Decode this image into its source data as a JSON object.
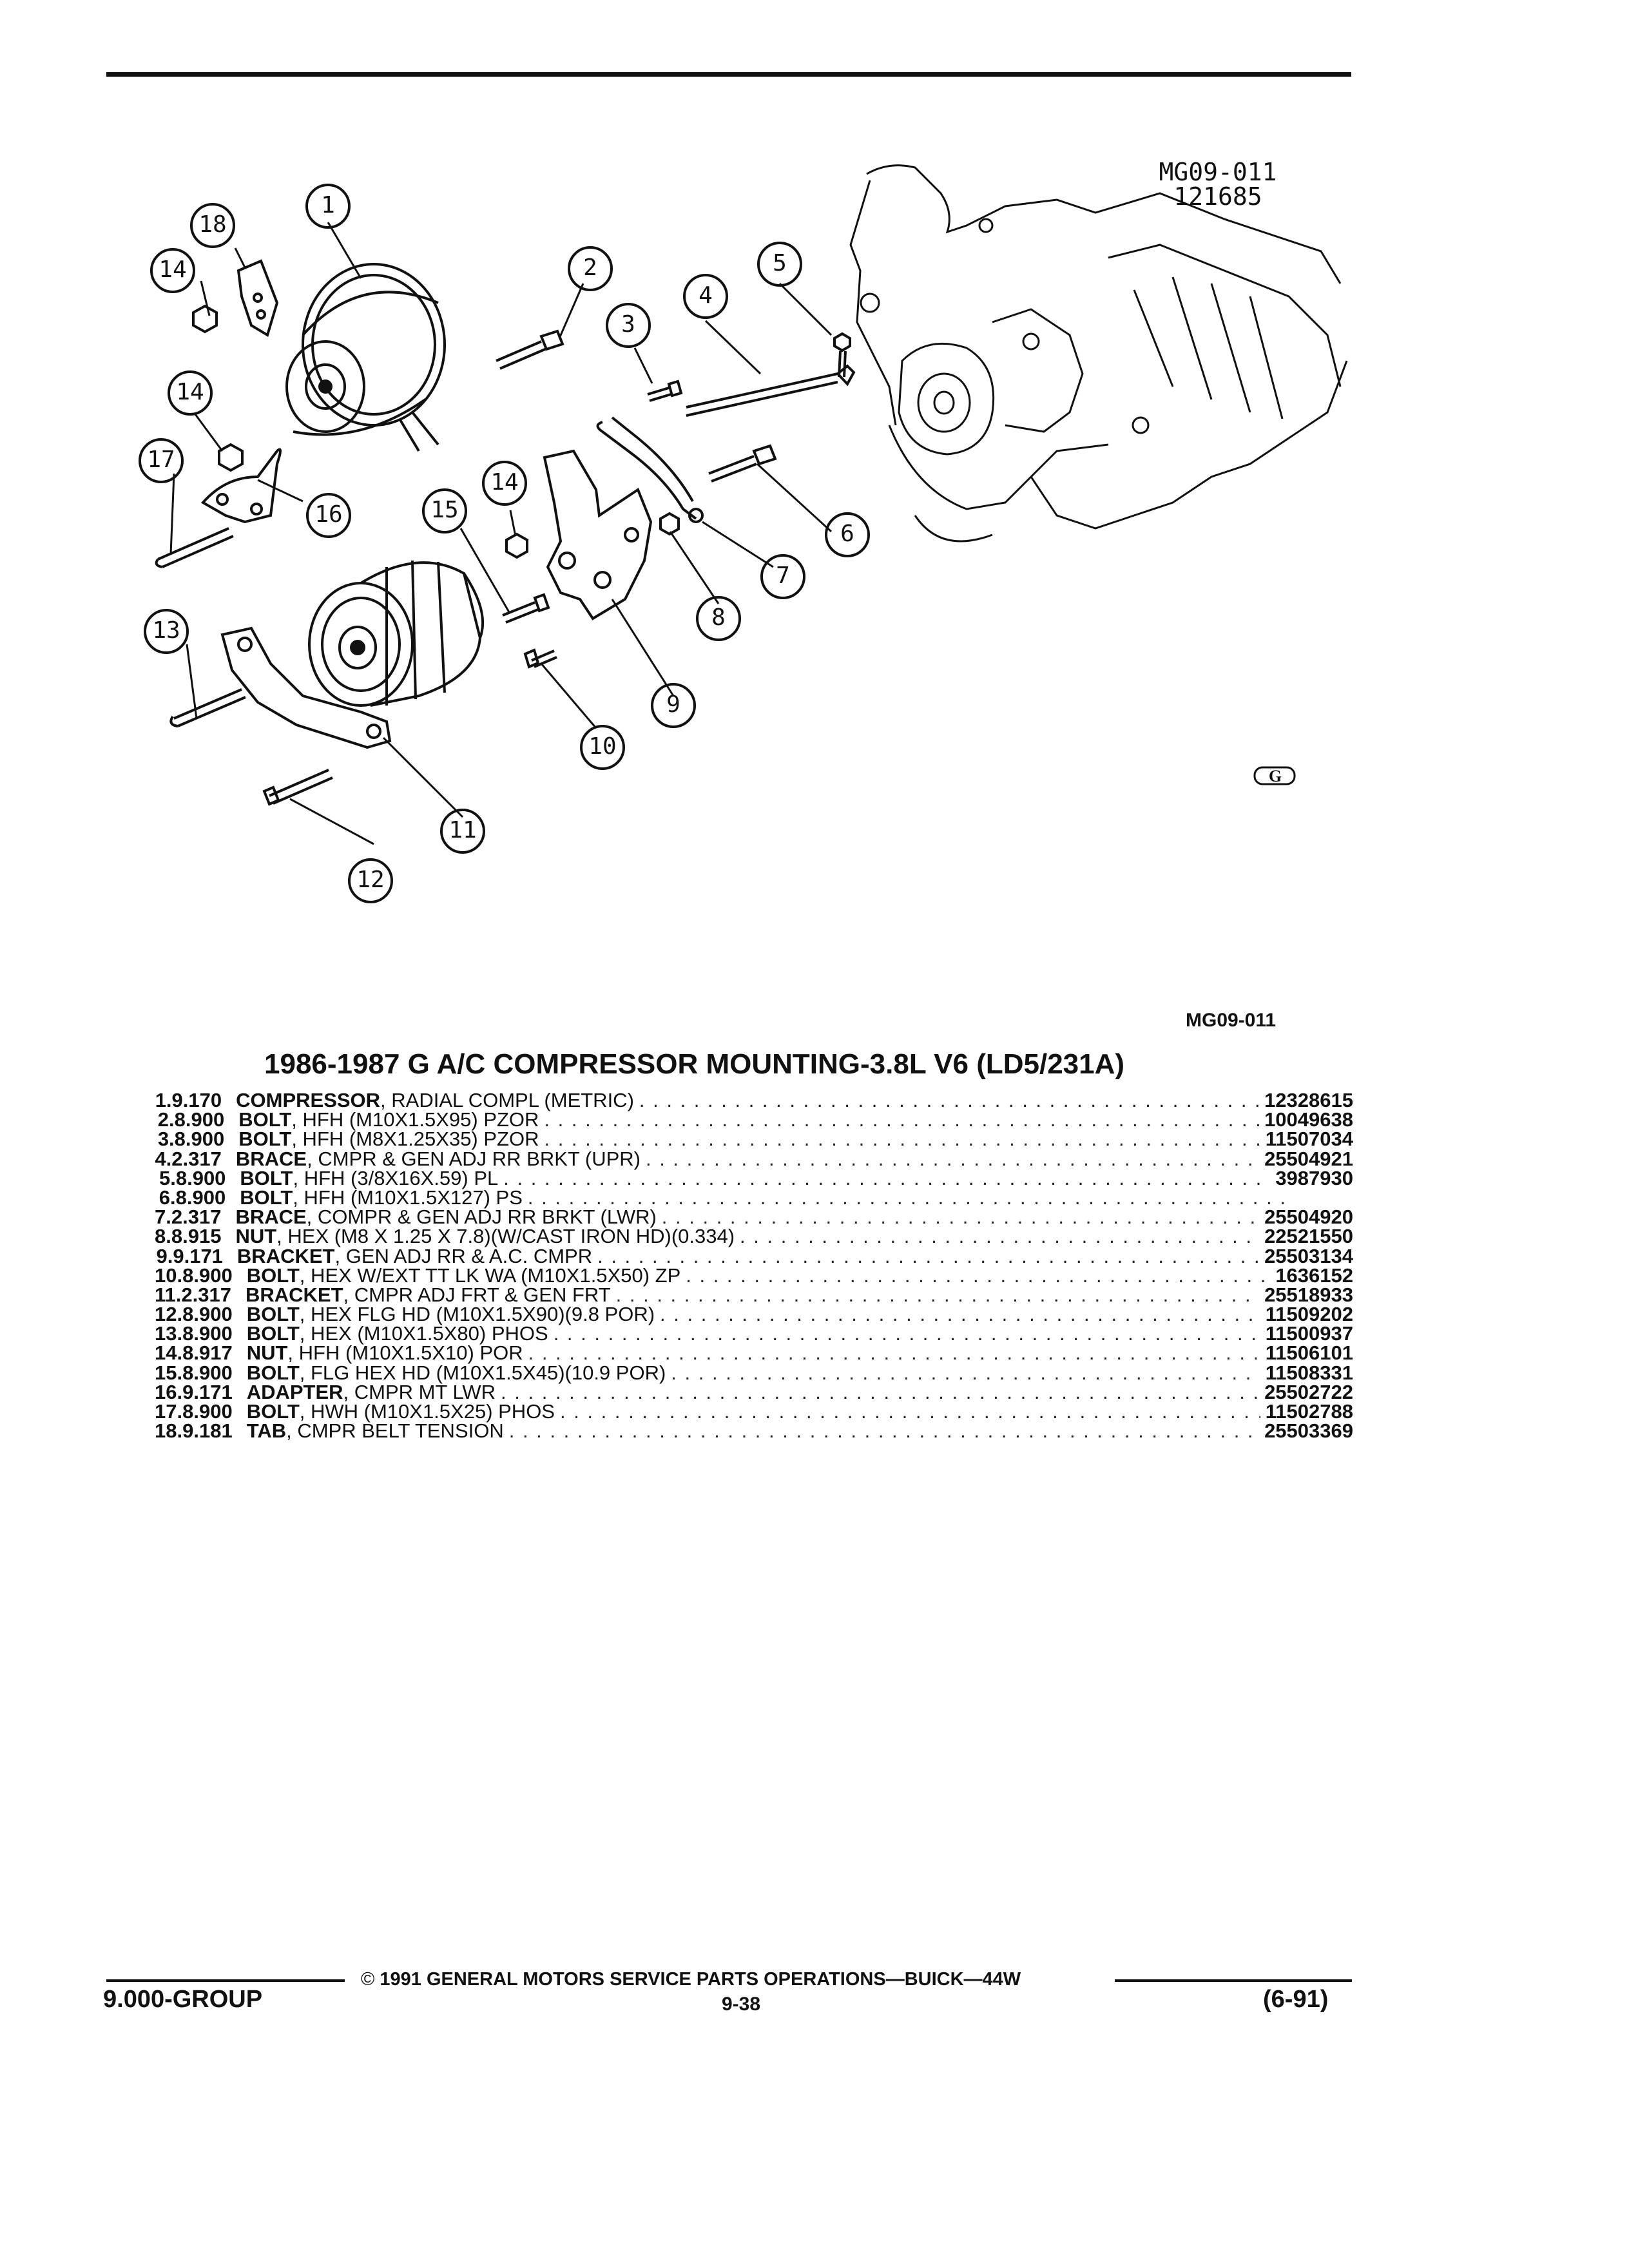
{
  "figure": {
    "label_code": "MG09-011",
    "label_number": "121685",
    "callouts": [
      "1",
      "2",
      "3",
      "4",
      "5",
      "6",
      "7",
      "8",
      "9",
      "10",
      "11",
      "12",
      "13",
      "14",
      "15",
      "16",
      "17",
      "18"
    ],
    "logo": "G"
  },
  "figure_code": "MG09-011",
  "title": "1986-1987 G A/C COMPRESSOR MOUNTING-3.8L V6 (LD5/231A)",
  "parts": [
    {
      "num": "1.",
      "group": "9.170",
      "name": "COMPRESSOR",
      "detail": ", RADIAL COMPL (METRIC)",
      "part": "12328615"
    },
    {
      "num": "2.",
      "group": "8.900",
      "name": "BOLT",
      "detail": ", HFH (M10X1.5X95) PZOR",
      "part": "10049638"
    },
    {
      "num": "3.",
      "group": "8.900",
      "name": "BOLT",
      "detail": ", HFH (M8X1.25X35) PZOR",
      "part": "11507034"
    },
    {
      "num": "4.",
      "group": "2.317",
      "name": "BRACE",
      "detail": ", CMPR & GEN ADJ RR BRKT (UPR)",
      "part": "25504921"
    },
    {
      "num": "5.",
      "group": "8.900",
      "name": "BOLT",
      "detail": ", HFH (3/8X16X.59) PL",
      "part": "3987930"
    },
    {
      "num": "6.",
      "group": "8.900",
      "name": "BOLT",
      "detail": ", HFH (M10X1.5X127) PS",
      "part": ""
    },
    {
      "num": "7.",
      "group": "2.317",
      "name": "BRACE",
      "detail": ", COMPR & GEN ADJ RR BRKT (LWR)",
      "part": "25504920"
    },
    {
      "num": "8.",
      "group": "8.915",
      "name": "NUT",
      "detail": ", HEX (M8 X 1.25 X 7.8)(W/CAST IRON HD)(0.334)",
      "part": "22521550"
    },
    {
      "num": "9.",
      "group": "9.171",
      "name": "BRACKET",
      "detail": ", GEN ADJ RR & A.C. CMPR",
      "part": "25503134"
    },
    {
      "num": "10.",
      "group": "8.900",
      "name": "BOLT",
      "detail": ", HEX W/EXT TT LK WA (M10X1.5X50) ZP",
      "part": "1636152"
    },
    {
      "num": "11.",
      "group": "2.317",
      "name": "BRACKET",
      "detail": ", CMPR ADJ FRT & GEN FRT",
      "part": "25518933"
    },
    {
      "num": "12.",
      "group": "8.900",
      "name": "BOLT",
      "detail": ", HEX FLG HD (M10X1.5X90)(9.8 POR)",
      "part": "11509202"
    },
    {
      "num": "13.",
      "group": "8.900",
      "name": "BOLT",
      "detail": ", HEX (M10X1.5X80) PHOS",
      "part": "11500937"
    },
    {
      "num": "14.",
      "group": "8.917",
      "name": "NUT",
      "detail": ", HFH (M10X1.5X10) POR",
      "part": "11506101"
    },
    {
      "num": "15.",
      "group": "8.900",
      "name": "BOLT",
      "detail": ", FLG HEX HD (M10X1.5X45)(10.9 POR)",
      "part": "11508331"
    },
    {
      "num": "16.",
      "group": "9.171",
      "name": "ADAPTER",
      "detail": ", CMPR MT LWR",
      "part": "25502722"
    },
    {
      "num": "17.",
      "group": "8.900",
      "name": "BOLT",
      "detail": ", HWH (M10X1.5X25) PHOS",
      "part": "11502788"
    },
    {
      "num": "18.",
      "group": "9.181",
      "name": "TAB",
      "detail": ", CMPR BELT TENSION",
      "part": "25503369"
    }
  ],
  "footer": {
    "copyright_symbol": "©",
    "copyright": "1991 GENERAL MOTORS SERVICE PARTS OPERATIONS—BUICK—44W",
    "section": "9.000-GROUP",
    "page": "9-38",
    "date": "(6-91)"
  }
}
